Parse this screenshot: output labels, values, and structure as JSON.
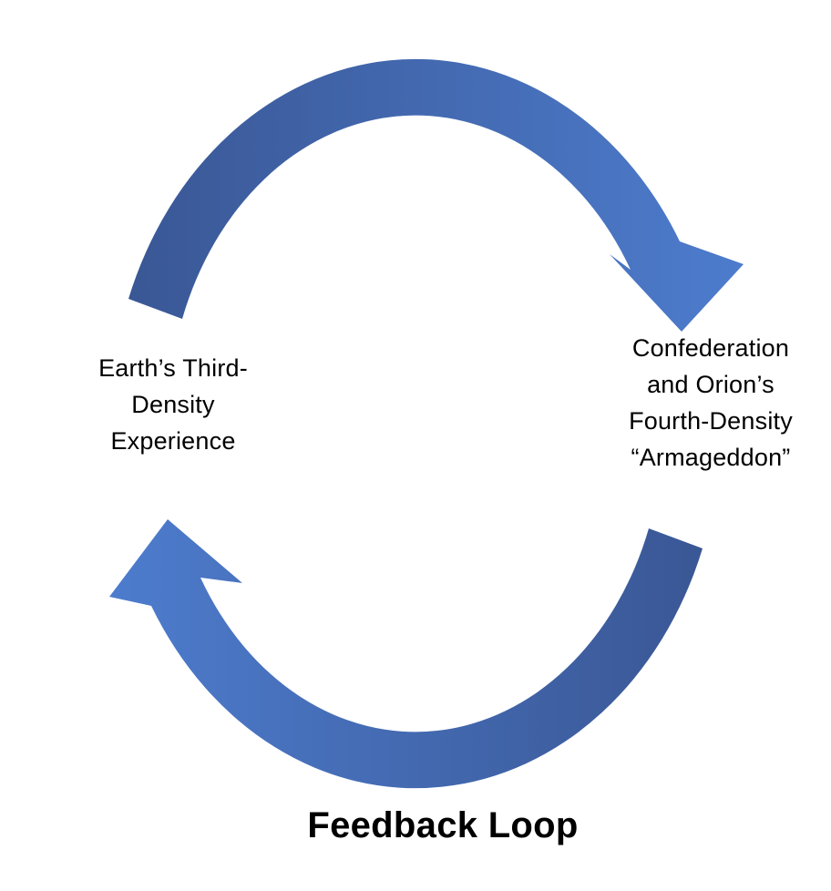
{
  "colors": {
    "arrow_dark": "#3a5795",
    "arrow_light": "#4d7ccd",
    "text": "#000000",
    "background": "#ffffff"
  },
  "diagram": {
    "title": "Feedback Loop",
    "nodes": {
      "left": {
        "label": "Earth’s Third-\nDensity\nExperience"
      },
      "right": {
        "label": "Confederation\nand Orion’s\nFourth-Density\n“Armageddon”"
      }
    },
    "arrows": {
      "top": {
        "from": "left",
        "to": "right",
        "direction": "clockwise over the top, arrowhead pointing down at right"
      },
      "bottom": {
        "from": "right",
        "to": "left",
        "direction": "clockwise under the bottom, arrowhead pointing up at left"
      }
    }
  }
}
